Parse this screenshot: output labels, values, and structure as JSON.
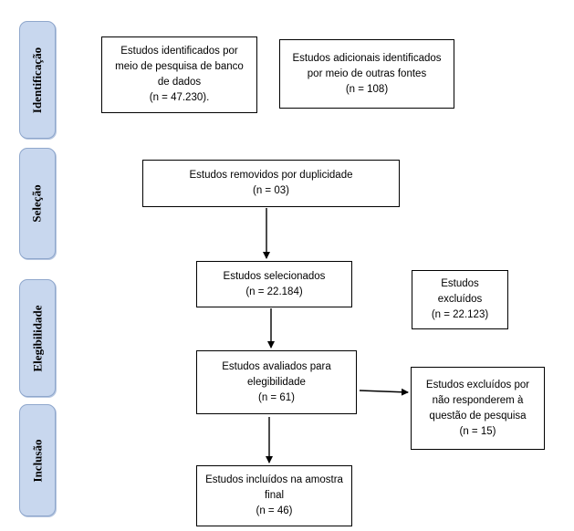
{
  "phases": {
    "identificacao": "Identificação",
    "selecao": "Seleção",
    "elegibilidade": "Elegibilidade",
    "inclusao": "Inclusão"
  },
  "boxes": {
    "db_search": {
      "lines": [
        "Estudos identificados por",
        "meio de pesquisa de banco",
        "de dados",
        "(n = 47.230)."
      ]
    },
    "other_sources": {
      "lines": [
        "Estudos adicionais identificados",
        "por meio de outras fontes",
        "(n = 108)"
      ]
    },
    "duplicates": {
      "lines": [
        "Estudos removidos por duplicidade",
        "(n = 03)"
      ]
    },
    "selected": {
      "lines": [
        "Estudos selecionados",
        "(n = 22.184)"
      ]
    },
    "excluded": {
      "lines": [
        "Estudos",
        "excluídos",
        "(n = 22.123)"
      ]
    },
    "eligibility": {
      "lines": [
        "Estudos avaliados para",
        "elegibilidade",
        "(n = 61)"
      ]
    },
    "excluded_question": {
      "lines": [
        "Estudos excluídos por",
        "não responderem à",
        "questão de pesquisa",
        "(n = 15)"
      ]
    },
    "included": {
      "lines": [
        "Estudos incluídos na amostra",
        "final",
        "(n = 46)"
      ]
    }
  }
}
